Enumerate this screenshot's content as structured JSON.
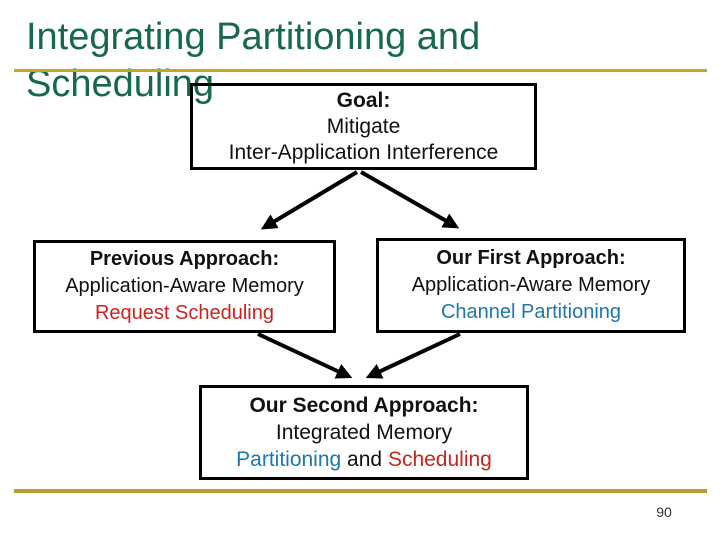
{
  "slide": {
    "title_line1": "Integrating Partitioning and",
    "title_line2": "Scheduling",
    "page_number": "90"
  },
  "diagram": {
    "goal_box": {
      "heading": "Goal:",
      "line2": "Mitigate",
      "line3": "Inter-Application Interference"
    },
    "previous_box": {
      "heading": "Previous Approach:",
      "line2": "Application-Aware Memory",
      "line3": "Request Scheduling"
    },
    "first_box": {
      "heading": "Our First Approach:",
      "line2": "Application-Aware Memory",
      "line3": "Channel Partitioning"
    },
    "second_box": {
      "heading": "Our Second Approach:",
      "line2": "Integrated Memory",
      "line3_blue": "Partitioning",
      "line3_mid": "and",
      "line3_red": "Scheduling"
    }
  },
  "colors": {
    "title_green": "#17694C",
    "gold_top": "#C7A32B",
    "gold_bottom": "#B89C35",
    "emphasis_red": "#C9241E",
    "emphasis_blue": "#1F76AD",
    "text_black": "#111111",
    "page_gray": "#333333"
  }
}
